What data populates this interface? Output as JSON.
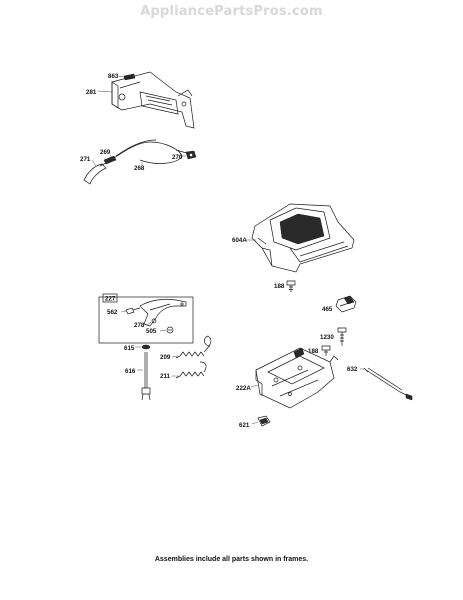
{
  "watermark": "AppliancePartsPros.com",
  "footer_note": "Assemblies include all parts shown in frames.",
  "labels": {
    "p863": "863",
    "p281": "281",
    "p269": "269",
    "p271": "271",
    "p268": "268",
    "p270": "270",
    "p604A": "604A",
    "p188a": "188",
    "p465": "465",
    "p227": "227",
    "p562": "562",
    "p278": "278",
    "p505": "505",
    "p1230": "1230",
    "p615": "615",
    "p209": "209",
    "p188b": "188",
    "p616": "616",
    "p211": "211",
    "p222A": "222A",
    "p632": "632",
    "p621": "621"
  }
}
